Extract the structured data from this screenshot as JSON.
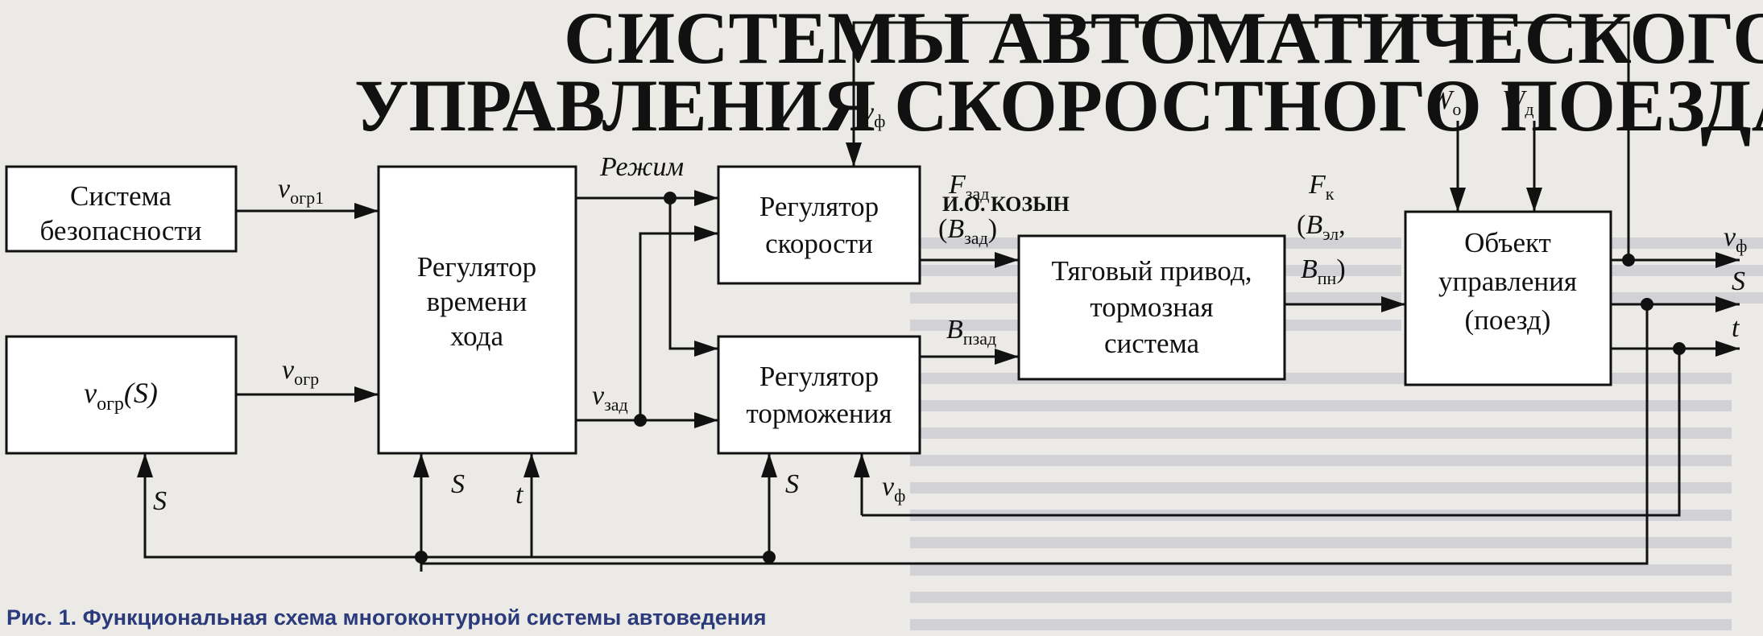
{
  "figure": {
    "caption": "Рис. 1. Функциональная схема многоконтурной системы автоведения"
  },
  "background_text": {
    "heading_line1": "СИСТЕМЫ АВТОМАТИЧЕСКОГО",
    "heading_line2": "УПРАВЛЕНИЯ СКОРОСТНОГО ПОЕЗДА",
    "author": "И.О. КОЗЫН"
  },
  "blocks": {
    "safety": {
      "line1": "Система",
      "line2": "безопасности"
    },
    "limit": {
      "base": "v",
      "sub": "огр",
      "tail": "(S)"
    },
    "time_regulator": {
      "line1": "Регулятор",
      "line2": "времени",
      "line3": "хода"
    },
    "speed_regulator": {
      "line1": "Регулятор",
      "line2": "скорости"
    },
    "brake_regulator": {
      "line1": "Регулятор",
      "line2": "торможения"
    },
    "traction": {
      "line1": "Тяговый привод,",
      "line2": "тормозная",
      "line3": "система"
    },
    "object": {
      "line1": "Объект",
      "line2": "управления",
      "line3": "(поезд)"
    }
  },
  "signals": {
    "v_ogr1": {
      "base": "v",
      "sub": "огр1"
    },
    "v_ogr": {
      "base": "v",
      "sub": "огр"
    },
    "rezhim": "Режим",
    "v_zad": {
      "base": "v",
      "sub": "зад"
    },
    "v_f_top": {
      "base": "v",
      "sub": "ф"
    },
    "v_f_bottom": {
      "base": "v",
      "sub": "ф"
    },
    "F_zad": {
      "base": "F",
      "sub": "зад"
    },
    "B_zad": {
      "open": "(",
      "base": "B",
      "sub": "зад",
      "close": ")"
    },
    "B_pzad": {
      "base": "B",
      "sub": "пзад"
    },
    "F_k": {
      "base": "F",
      "sub": "к"
    },
    "B_el": {
      "open": "(",
      "base": "B",
      "sub": "эл",
      "tail": ","
    },
    "B_pn": {
      "base": "B",
      "sub": "пн",
      "close": ")"
    },
    "W_o": {
      "base": "W",
      "sub": "о"
    },
    "W_d": {
      "base": "W",
      "sub": "д"
    },
    "out_v": {
      "base": "v",
      "sub": "ф"
    },
    "out_S": "S",
    "out_t": "t",
    "S_limit": "S",
    "S_time": "S",
    "t_time": "t",
    "S_brake": "S"
  }
}
